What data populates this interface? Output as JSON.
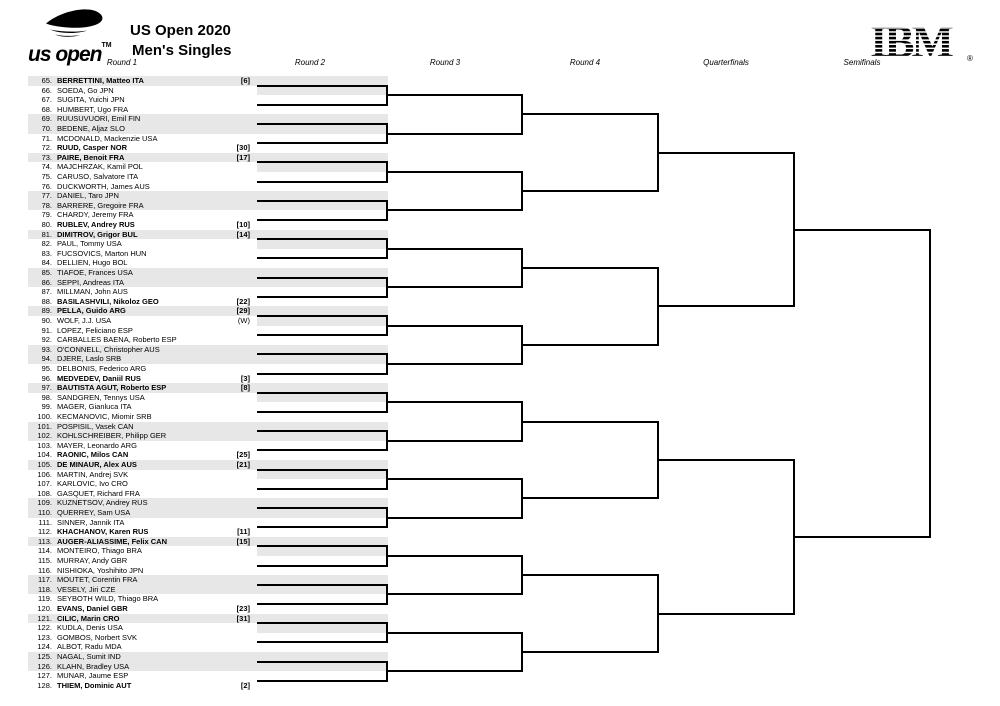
{
  "header": {
    "logo_text": "us open",
    "logo_tm": "TM",
    "title_line1": "US Open 2020",
    "title_line2": "Men's Singles",
    "ibm_logo": "IBM",
    "ibm_reg": "®"
  },
  "round_labels": [
    "Round 1",
    "Round 2",
    "Round 3",
    "Round 4",
    "Quarterfinals",
    "Semifinals"
  ],
  "colors": {
    "shading": "#e7e7e7",
    "line": "#000000"
  },
  "players": [
    {
      "num": "65.",
      "name": "BERRETTINI, Matteo",
      "country": "ITA",
      "tag": "[6]",
      "bold": true
    },
    {
      "num": "66.",
      "name": "SOEDA, Go",
      "country": "JPN",
      "tag": "",
      "bold": false
    },
    {
      "num": "67.",
      "name": "SUGITA, Yuichi",
      "country": "JPN",
      "tag": "",
      "bold": false
    },
    {
      "num": "68.",
      "name": "HUMBERT, Ugo",
      "country": "FRA",
      "tag": "",
      "bold": false
    },
    {
      "num": "69.",
      "name": "RUUSUVUORI, Emil",
      "country": "FIN",
      "tag": "",
      "bold": false
    },
    {
      "num": "70.",
      "name": "BEDENE, Aljaz",
      "country": "SLO",
      "tag": "",
      "bold": false
    },
    {
      "num": "71.",
      "name": "MCDONALD, Mackenzie",
      "country": "USA",
      "tag": "",
      "bold": false
    },
    {
      "num": "72.",
      "name": "RUUD, Casper",
      "country": "NOR",
      "tag": "[30]",
      "bold": true
    },
    {
      "num": "73.",
      "name": "PAIRE, Benoit",
      "country": "FRA",
      "tag": "[17]",
      "bold": true
    },
    {
      "num": "74.",
      "name": "MAJCHRZAK, Kamil",
      "country": "POL",
      "tag": "",
      "bold": false
    },
    {
      "num": "75.",
      "name": "CARUSO, Salvatore",
      "country": "ITA",
      "tag": "",
      "bold": false
    },
    {
      "num": "76.",
      "name": "DUCKWORTH, James",
      "country": "AUS",
      "tag": "",
      "bold": false
    },
    {
      "num": "77.",
      "name": "DANIEL, Taro",
      "country": "JPN",
      "tag": "",
      "bold": false
    },
    {
      "num": "78.",
      "name": "BARRERE, Gregoire",
      "country": "FRA",
      "tag": "",
      "bold": false
    },
    {
      "num": "79.",
      "name": "CHARDY, Jeremy",
      "country": "FRA",
      "tag": "",
      "bold": false
    },
    {
      "num": "80.",
      "name": "RUBLEV, Andrey",
      "country": "RUS",
      "tag": "[10]",
      "bold": true
    },
    {
      "num": "81.",
      "name": "DIMITROV, Grigor",
      "country": "BUL",
      "tag": "[14]",
      "bold": true
    },
    {
      "num": "82.",
      "name": "PAUL, Tommy",
      "country": "USA",
      "tag": "",
      "bold": false
    },
    {
      "num": "83.",
      "name": "FUCSOVICS, Marton",
      "country": "HUN",
      "tag": "",
      "bold": false
    },
    {
      "num": "84.",
      "name": "DELLIEN, Hugo",
      "country": "BOL",
      "tag": "",
      "bold": false
    },
    {
      "num": "85.",
      "name": "TIAFOE, Frances",
      "country": "USA",
      "tag": "",
      "bold": false
    },
    {
      "num": "86.",
      "name": "SEPPI, Andreas",
      "country": "ITA",
      "tag": "",
      "bold": false
    },
    {
      "num": "87.",
      "name": "MILLMAN, John",
      "country": "AUS",
      "tag": "",
      "bold": false
    },
    {
      "num": "88.",
      "name": "BASILASHVILI, Nikoloz",
      "country": "GEO",
      "tag": "[22]",
      "bold": true
    },
    {
      "num": "89.",
      "name": "PELLA, Guido",
      "country": "ARG",
      "tag": "[29]",
      "bold": true
    },
    {
      "num": "90.",
      "name": "WOLF, J.J.",
      "country": "USA",
      "tag": "(W)",
      "bold": false
    },
    {
      "num": "91.",
      "name": "LOPEZ, Feliciano",
      "country": "ESP",
      "tag": "",
      "bold": false
    },
    {
      "num": "92.",
      "name": "CARBALLES BAENA, Roberto",
      "country": "ESP",
      "tag": "",
      "bold": false
    },
    {
      "num": "93.",
      "name": "O'CONNELL, Christopher",
      "country": "AUS",
      "tag": "",
      "bold": false
    },
    {
      "num": "94.",
      "name": "DJERE, Laslo",
      "country": "SRB",
      "tag": "",
      "bold": false
    },
    {
      "num": "95.",
      "name": "DELBONIS, Federico",
      "country": "ARG",
      "tag": "",
      "bold": false
    },
    {
      "num": "96.",
      "name": "MEDVEDEV, Daniil",
      "country": "RUS",
      "tag": "[3]",
      "bold": true
    },
    {
      "num": "97.",
      "name": "BAUTISTA AGUT, Roberto",
      "country": "ESP",
      "tag": "[8]",
      "bold": true
    },
    {
      "num": "98.",
      "name": "SANDGREN, Tennys",
      "country": "USA",
      "tag": "",
      "bold": false
    },
    {
      "num": "99.",
      "name": "MAGER, Gianluca",
      "country": "ITA",
      "tag": "",
      "bold": false
    },
    {
      "num": "100.",
      "name": "KECMANOVIC, Miomir",
      "country": "SRB",
      "tag": "",
      "bold": false
    },
    {
      "num": "101.",
      "name": "POSPISIL, Vasek",
      "country": "CAN",
      "tag": "",
      "bold": false
    },
    {
      "num": "102.",
      "name": "KOHLSCHREIBER, Philipp",
      "country": "GER",
      "tag": "",
      "bold": false
    },
    {
      "num": "103.",
      "name": "MAYER, Leonardo",
      "country": "ARG",
      "tag": "",
      "bold": false
    },
    {
      "num": "104.",
      "name": "RAONIC, Milos",
      "country": "CAN",
      "tag": "[25]",
      "bold": true
    },
    {
      "num": "105.",
      "name": "DE MINAUR, Alex",
      "country": "AUS",
      "tag": "[21]",
      "bold": true
    },
    {
      "num": "106.",
      "name": "MARTIN, Andrej",
      "country": "SVK",
      "tag": "",
      "bold": false
    },
    {
      "num": "107.",
      "name": "KARLOVIC, Ivo",
      "country": "CRO",
      "tag": "",
      "bold": false
    },
    {
      "num": "108.",
      "name": "GASQUET, Richard",
      "country": "FRA",
      "tag": "",
      "bold": false
    },
    {
      "num": "109.",
      "name": "KUZNETSOV, Andrey",
      "country": "RUS",
      "tag": "",
      "bold": false
    },
    {
      "num": "110.",
      "name": "QUERREY, Sam",
      "country": "USA",
      "tag": "",
      "bold": false
    },
    {
      "num": "111.",
      "name": "SINNER, Jannik",
      "country": "ITA",
      "tag": "",
      "bold": false
    },
    {
      "num": "112.",
      "name": "KHACHANOV, Karen",
      "country": "RUS",
      "tag": "[11]",
      "bold": true
    },
    {
      "num": "113.",
      "name": "AUGER-ALIASSIME, Felix",
      "country": "CAN",
      "tag": "[15]",
      "bold": true
    },
    {
      "num": "114.",
      "name": "MONTEIRO, Thiago",
      "country": "BRA",
      "tag": "",
      "bold": false
    },
    {
      "num": "115.",
      "name": "MURRAY, Andy",
      "country": "GBR",
      "tag": "",
      "bold": false
    },
    {
      "num": "116.",
      "name": "NISHIOKA, Yoshihito",
      "country": "JPN",
      "tag": "",
      "bold": false
    },
    {
      "num": "117.",
      "name": "MOUTET, Corentin",
      "country": "FRA",
      "tag": "",
      "bold": false
    },
    {
      "num": "118.",
      "name": "VESELY, Jiri",
      "country": "CZE",
      "tag": "",
      "bold": false
    },
    {
      "num": "119.",
      "name": "SEYBOTH WILD, Thiago",
      "country": "BRA",
      "tag": "",
      "bold": false
    },
    {
      "num": "120.",
      "name": "EVANS, Daniel",
      "country": "GBR",
      "tag": "[23]",
      "bold": true
    },
    {
      "num": "121.",
      "name": "CILIC, Marin",
      "country": "CRO",
      "tag": "[31]",
      "bold": true
    },
    {
      "num": "122.",
      "name": "KUDLA, Denis",
      "country": "USA",
      "tag": "",
      "bold": false
    },
    {
      "num": "123.",
      "name": "GOMBOS, Norbert",
      "country": "SVK",
      "tag": "",
      "bold": false
    },
    {
      "num": "124.",
      "name": "ALBOT, Radu",
      "country": "MDA",
      "tag": "",
      "bold": false
    },
    {
      "num": "125.",
      "name": "NAGAL, Sumit",
      "country": "IND",
      "tag": "",
      "bold": false
    },
    {
      "num": "126.",
      "name": "KLAHN, Bradley",
      "country": "USA",
      "tag": "",
      "bold": false
    },
    {
      "num": "127.",
      "name": "MUNAR, Jaume",
      "country": "ESP",
      "tag": "",
      "bold": false
    },
    {
      "num": "128.",
      "name": "THIEM, Dominic",
      "country": "AUT",
      "tag": "[2]",
      "bold": true
    }
  ]
}
